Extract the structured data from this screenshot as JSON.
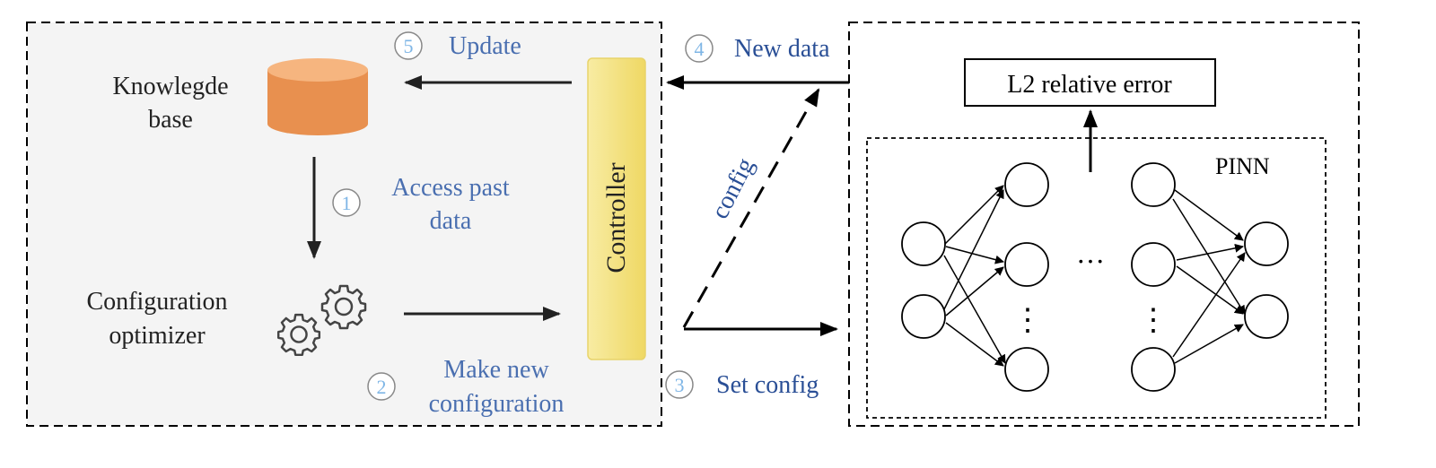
{
  "left_panel": {
    "knowledge_base_label": [
      "Knowlegde",
      "base"
    ],
    "optimizer_label": [
      "Configuration",
      "optimizer"
    ],
    "controller_label": "Controller"
  },
  "steps": {
    "s1": {
      "num": "1",
      "text": [
        "Access past",
        "data"
      ]
    },
    "s2": {
      "num": "2",
      "text": [
        "Make new",
        "configuration"
      ]
    },
    "s3": {
      "num": "3",
      "text": "Set config"
    },
    "s4": {
      "num": "4",
      "text": "New data"
    },
    "s5": {
      "num": "5",
      "text": "Update"
    }
  },
  "diagonal_label": "config",
  "right_panel": {
    "error_label": "L2 relative error",
    "pinn_label": "PINN",
    "hidden_ellipsis": "···",
    "vertical_ellipsis": "⋮"
  },
  "colors": {
    "panel_fill": "#f4f4f4",
    "database_fill": "#e8904f",
    "database_top": "#f6b57f",
    "controller_fill": "#f5e27a",
    "step_text": "#4a6fb0",
    "step_circle": "#7fb6e6"
  }
}
